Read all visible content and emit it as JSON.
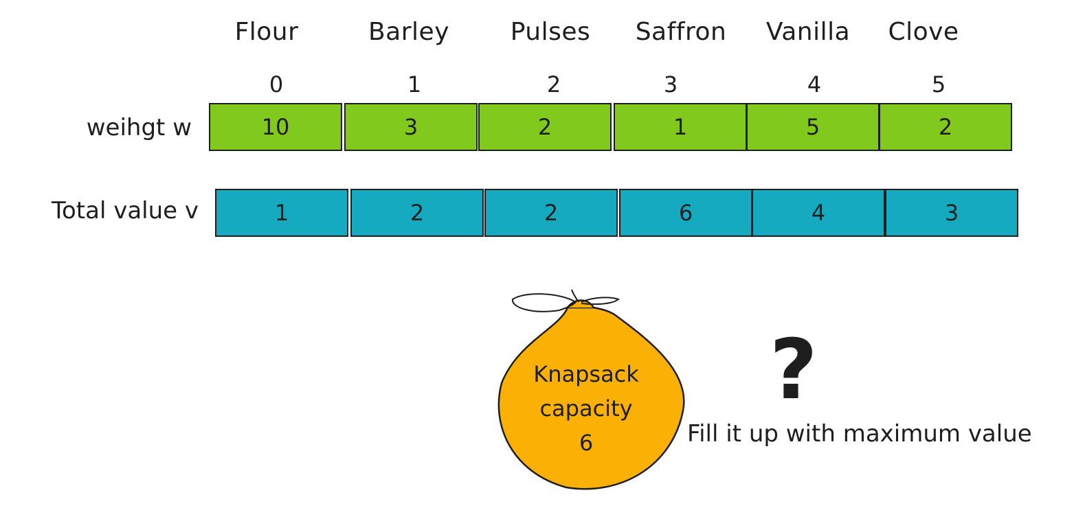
{
  "items": [
    {
      "name": "Flour",
      "index": "0",
      "weight": "10",
      "value": "1"
    },
    {
      "name": "Barley",
      "index": "1",
      "weight": "3",
      "value": "2"
    },
    {
      "name": "Pulses",
      "index": "2",
      "weight": "2",
      "value": "2"
    },
    {
      "name": "Saffron",
      "index": "3",
      "weight": "1",
      "value": "6"
    },
    {
      "name": "Vanilla",
      "index": "4",
      "weight": "5",
      "value": "4"
    },
    {
      "name": "Clove",
      "index": "5",
      "weight": "2",
      "value": "3"
    }
  ],
  "labels": {
    "weight_row": "weihgt w",
    "value_row": "Total value v"
  },
  "knapsack": {
    "line1": "Knapsack",
    "line2": "capacity",
    "capacity": "6"
  },
  "question_mark": "?",
  "goal_text": "Fill it up with maximum value",
  "colors": {
    "weight_fill": "#82c91e",
    "value_fill": "#15aabf",
    "sack_fill": "#fab005",
    "stroke": "#1e1e1e"
  }
}
